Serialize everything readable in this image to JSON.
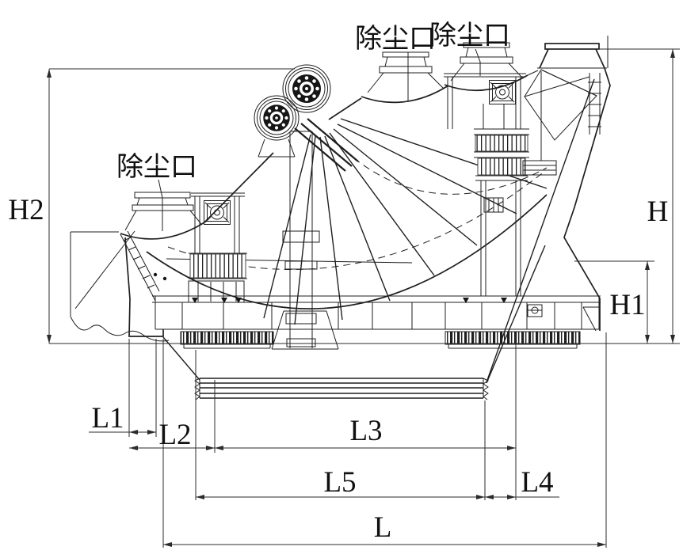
{
  "drawing": {
    "ports": {
      "left": "除尘口",
      "middle": "除尘口",
      "right": "除尘口"
    },
    "dimensions": {
      "h2": "H2",
      "h": "H",
      "h1": "H1",
      "l1": "L1",
      "l2": "L2",
      "l3": "L3",
      "l4": "L4",
      "l5": "L5",
      "l": "L"
    },
    "colors": {
      "background": "#ffffff",
      "line": "#1f1f1f",
      "dimension_line": "#2b2b2b",
      "text": "#111111"
    }
  }
}
